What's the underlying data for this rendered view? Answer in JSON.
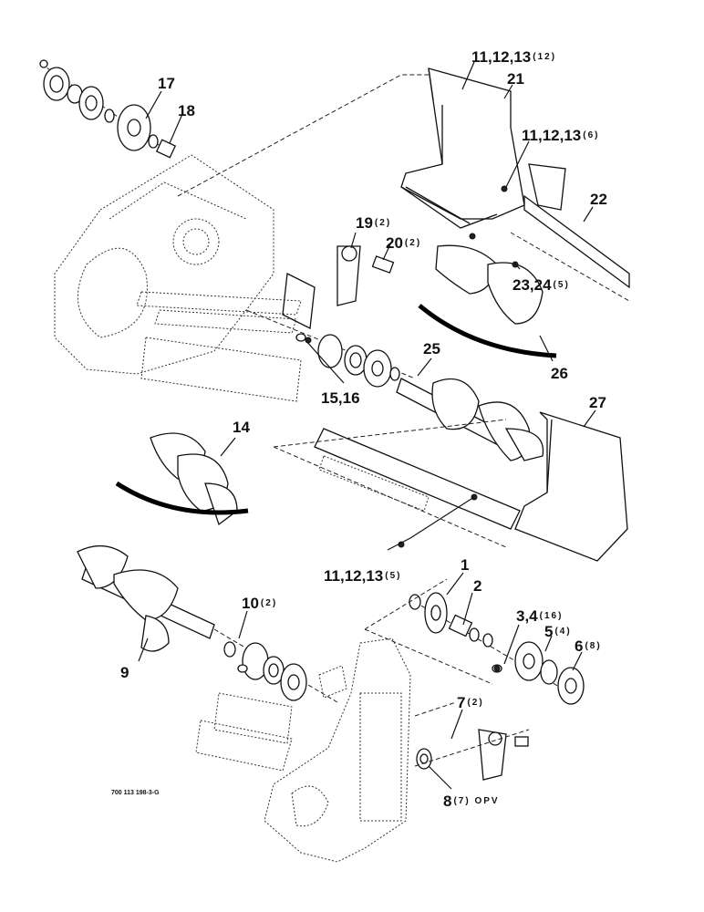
{
  "diagram": {
    "drawing_code": "700 113 198-3-G",
    "callouts": [
      {
        "id": "c17",
        "text": "17",
        "qty": ""
      },
      {
        "id": "c18",
        "text": "18",
        "qty": ""
      },
      {
        "id": "c11a",
        "text": "11,12,13",
        "qty": "(12)"
      },
      {
        "id": "c21",
        "text": "21",
        "qty": ""
      },
      {
        "id": "c11b",
        "text": "11,12,13",
        "qty": "(6)"
      },
      {
        "id": "c22",
        "text": "22",
        "qty": ""
      },
      {
        "id": "c19",
        "text": "19",
        "qty": "(2)"
      },
      {
        "id": "c20",
        "text": "20",
        "qty": "(2)"
      },
      {
        "id": "c23",
        "text": "23,24",
        "qty": "(5)"
      },
      {
        "id": "c25",
        "text": "25",
        "qty": ""
      },
      {
        "id": "c26",
        "text": "26",
        "qty": ""
      },
      {
        "id": "c15",
        "text": "15,16",
        "qty": ""
      },
      {
        "id": "c27",
        "text": "27",
        "qty": ""
      },
      {
        "id": "c14",
        "text": "14",
        "qty": ""
      },
      {
        "id": "c11c",
        "text": "11,12,13",
        "qty": "(5)"
      },
      {
        "id": "c1",
        "text": "1",
        "qty": ""
      },
      {
        "id": "c2",
        "text": "2",
        "qty": ""
      },
      {
        "id": "c10",
        "text": "10",
        "qty": "(2)"
      },
      {
        "id": "c3",
        "text": "3,4",
        "qty": "(16)"
      },
      {
        "id": "c5",
        "text": "5",
        "qty": "(4)"
      },
      {
        "id": "c6",
        "text": "6",
        "qty": "(8)"
      },
      {
        "id": "c9",
        "text": "9",
        "qty": ""
      },
      {
        "id": "c7",
        "text": "7",
        "qty": "(2)"
      },
      {
        "id": "c8",
        "text": "8",
        "qty": "(7) OPV"
      }
    ]
  }
}
